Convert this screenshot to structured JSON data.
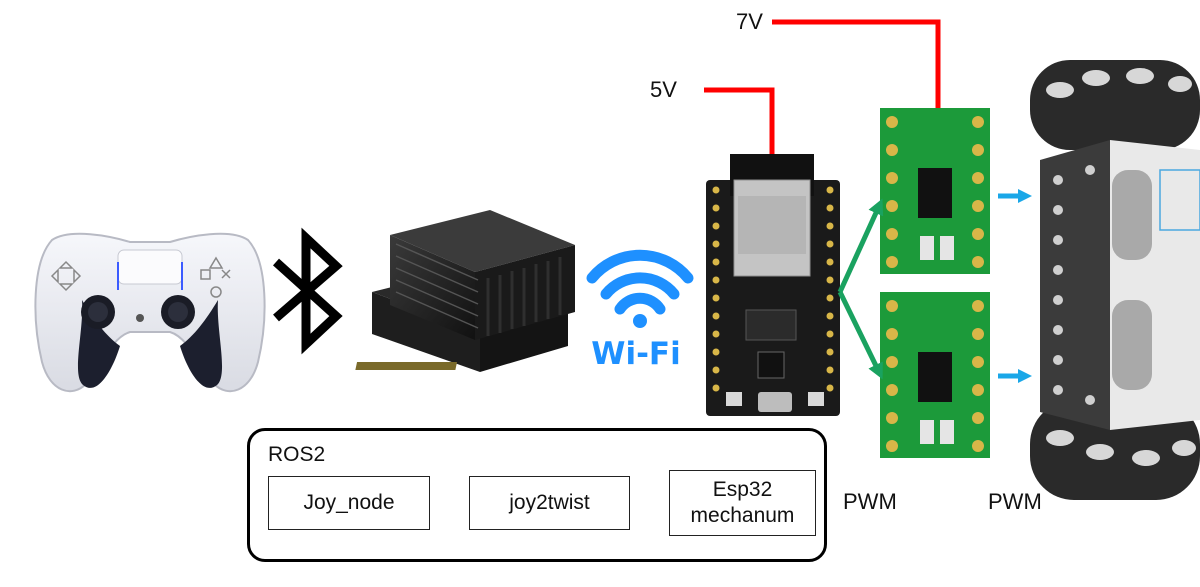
{
  "labels": {
    "v7": "7V",
    "v5": "5V",
    "wifi": "Wi-Fi",
    "pwm_left": "PWM",
    "pwm_right": "PWM"
  },
  "ros": {
    "title": "ROS2",
    "nodes": [
      {
        "id": "joy_node",
        "label": "Joy_node"
      },
      {
        "id": "joy2twist",
        "label": "joy2twist"
      },
      {
        "id": "esp32_mechanum",
        "label": "Esp32\nmechanum"
      }
    ]
  },
  "colors": {
    "power_line": "#ff0000",
    "ros_arrow": "#ee0000",
    "pwm_arrow": "#1aa260",
    "motor_arrow": "#1aa7e8",
    "wifi": "#1e90ff",
    "pcb_green": "#1c9a3a",
    "dev_board": "#1a1a1a"
  },
  "icons": [
    "gamepad-icon",
    "bluetooth-icon",
    "jetson-module-icon",
    "wifi-icon",
    "esp32-board-icon",
    "motor-driver-icon",
    "mecanum-robot-icon"
  ]
}
